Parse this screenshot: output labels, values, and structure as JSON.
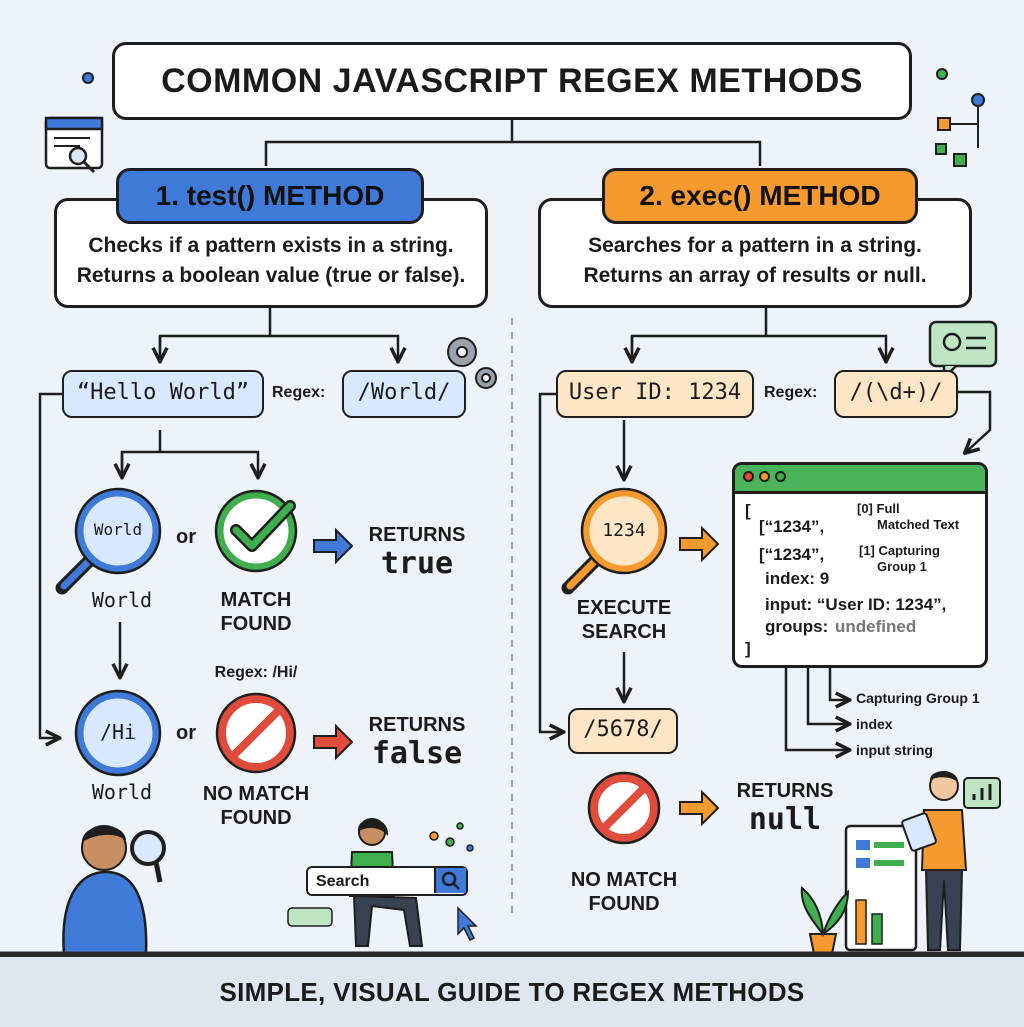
{
  "title": "COMMON JAVASCRIPT REGEX METHODS",
  "footer": "SIMPLE, VISUAL GUIDE TO REGEX METHODS",
  "test_method": {
    "heading": "1. test() METHOD",
    "desc_line1": "Checks if a pattern exists in a string.",
    "desc_line2": "Returns a boolean value (true or false).",
    "input_string": "“Hello World”",
    "regex_label": "Regex:",
    "regex": "/World/",
    "lens1_text": "World",
    "lens1_caption": "World",
    "or1": "or",
    "match_line1": "MATCH",
    "match_line2": "FOUND",
    "returns_label1": "RETURNS",
    "returns_value1": "true",
    "alt_regex_label": "Regex: /Hi/",
    "lens2_text": "/Hi",
    "lens2_caption": "World",
    "or2": "or",
    "nomatch_line1": "NO MATCH",
    "nomatch_line2": "FOUND",
    "returns_label2": "RETURNS",
    "returns_value2": "false"
  },
  "exec_method": {
    "heading": "2. exec() METHOD",
    "desc_line1": "Searches for a pattern in a string.",
    "desc_line2": "Returns an array of results or null.",
    "input_string": "User ID: 1234",
    "regex_label": "Regex:",
    "regex": "/(\\d+)/",
    "lens_text": "1234",
    "execute_line1": "EXECUTE",
    "execute_line2": "SEARCH",
    "result": {
      "open": "[",
      "line1": "[“1234”,",
      "line1_note_a": "[0] Full",
      "line1_note_b": "Matched Text",
      "line2": "[“1234”,",
      "line2_note_a": "[1] Capturing",
      "line2_note_b": "Group 1",
      "line3": "index: 9",
      "line4": "input: “User ID: 1234”,",
      "line5_key": "groups:",
      "line5_val": "undefined",
      "close": "]"
    },
    "callout1": "Capturing Group 1",
    "callout2": "index",
    "callout3": "input string",
    "alt_regex": "/5678/",
    "nomatch_line1": "NO MATCH",
    "nomatch_line2": "FOUND",
    "returns_label": "RETURNS",
    "returns_value": "null"
  },
  "search_widget": {
    "label": "Search"
  },
  "colors": {
    "blue": "#3f7ad8",
    "orange": "#f49a2f",
    "green": "#3fae4c",
    "red": "#e14b3b",
    "light_blue": "#d8e9ff",
    "light_orange": "#fde6c6"
  },
  "icons": [
    "document-search-icon",
    "network-nodes-icon",
    "gear-icon",
    "chat-search-icon",
    "magnifier-icon",
    "check-icon",
    "no-entry-icon",
    "arrow-right-icon",
    "chart-icon",
    "plant-icon",
    "cursor-icon",
    "person-icon"
  ]
}
